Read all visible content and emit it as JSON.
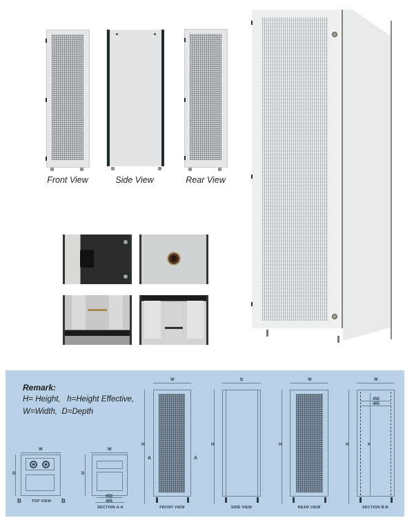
{
  "product_views": {
    "front_label": "Front View",
    "side_label": "Side View",
    "rear_label": "Rear View"
  },
  "detail_photos": [
    {
      "name": "hinge-detail"
    },
    {
      "name": "lock-detail"
    },
    {
      "name": "interior-bottom-view"
    },
    {
      "name": "interior-top-view"
    }
  ],
  "remark": {
    "title": "Remark:",
    "line1": "H= Height,   h=Height Effective,",
    "line2": "W=Width,  D=Depth"
  },
  "drawings": {
    "top_view": {
      "label": "TOP VIEW",
      "width_dim": "W",
      "depth_dim": "D",
      "section_left": "B",
      "section_right": "B"
    },
    "section_aa": {
      "label": "SECTION A-A",
      "width_dim": "W",
      "depth_dim": "D",
      "dim1": "450",
      "dim2": "465"
    },
    "front_view": {
      "label": "FRONT VIEW",
      "width_dim": "W",
      "height_dim": "H",
      "section_left": "A",
      "section_right": "A"
    },
    "side_view": {
      "label": "SIDE VIEW",
      "depth_dim": "D",
      "height_dim": "H"
    },
    "rear_view": {
      "label": "REAR VIEW",
      "width_dim": "W",
      "height_dim": "H"
    },
    "section_bb": {
      "label": "SECTION B-B",
      "width_dim": "W",
      "height_dim": "H",
      "effective_dim": "h",
      "dim1": "450",
      "dim2": "465"
    }
  },
  "colors": {
    "panel_bg": "#b8d1e6",
    "cabinet": "#eef0f0",
    "frame_dark": "#2a2a2a"
  }
}
